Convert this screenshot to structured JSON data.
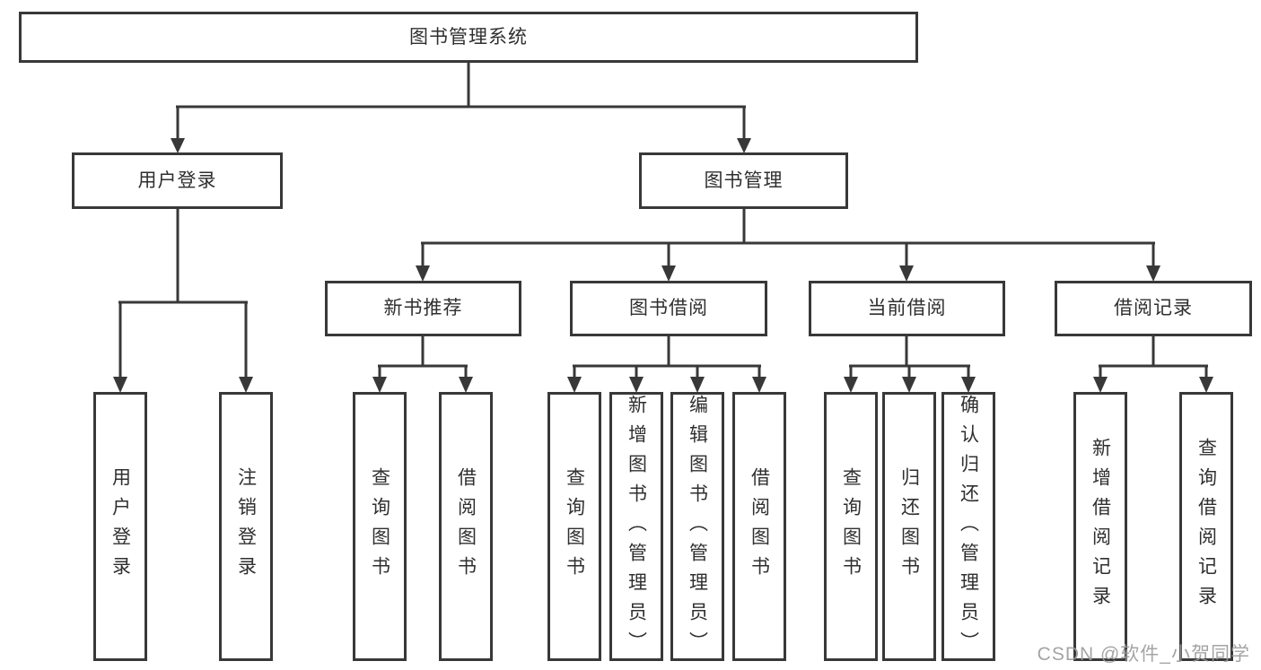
{
  "tree": {
    "root": {
      "label": "图书管理系统",
      "children": [
        {
          "label": "用户登录",
          "children": [
            {
              "label": "用户登录"
            },
            {
              "label": "注销登录"
            }
          ]
        },
        {
          "label": "图书管理",
          "children": [
            {
              "label": "新书推荐",
              "children": [
                {
                  "label": "查询图书"
                },
                {
                  "label": "借阅图书"
                }
              ]
            },
            {
              "label": "图书借阅",
              "children": [
                {
                  "label": "查询图书"
                },
                {
                  "label": "新增图书（管理员）"
                },
                {
                  "label": "编辑图书（管理员）"
                },
                {
                  "label": "借阅图书"
                }
              ]
            },
            {
              "label": "当前借阅",
              "children": [
                {
                  "label": "查询图书"
                },
                {
                  "label": "归还图书"
                },
                {
                  "label": "确认归还（管理员）"
                }
              ]
            },
            {
              "label": "借阅记录",
              "children": [
                {
                  "label": "新增借阅记录"
                },
                {
                  "label": "查询借阅记录"
                }
              ]
            }
          ]
        }
      ]
    }
  },
  "watermark": {
    "text": "CSDN @软件_小贺同学"
  },
  "colors": {
    "line": "#383838",
    "text": "#2f2f2f",
    "watermark": "#9b9b9b",
    "background": "#ffffff"
  }
}
